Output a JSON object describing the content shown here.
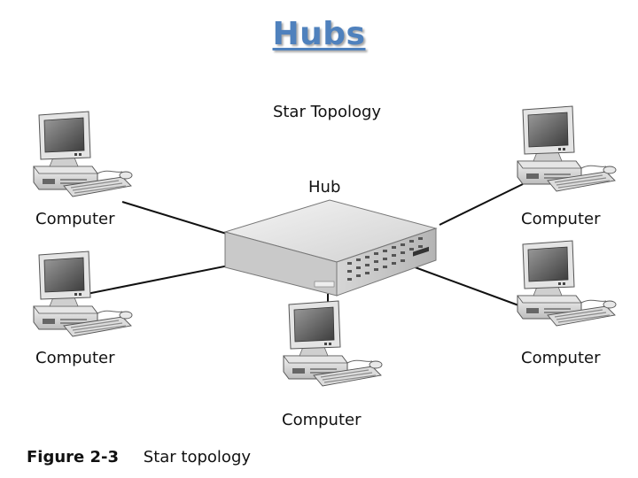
{
  "title": "Hubs",
  "subtitle": "Star Topology",
  "hub": {
    "label": "Hub"
  },
  "computers": [
    {
      "label": "Computer"
    },
    {
      "label": "Computer"
    },
    {
      "label": "Computer"
    },
    {
      "label": "Computer"
    },
    {
      "label": "Computer"
    }
  ],
  "caption": {
    "figure": "Figure 2-3",
    "text": "Star topology"
  },
  "colors": {
    "title": "#4f81bd"
  },
  "icons": {
    "computer": "desktop-computer-icon",
    "hub": "network-hub-icon"
  }
}
